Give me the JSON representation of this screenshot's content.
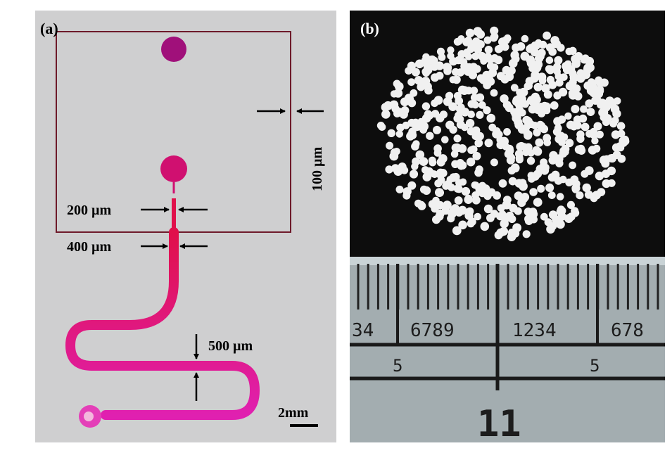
{
  "panel_a": {
    "label": "(a)",
    "dimensions": {
      "width_200": "200 µm",
      "width_400": "400 µm",
      "width_500": "500 µm",
      "width_100": "100 µm"
    },
    "scale_bar": "2mm",
    "colors": {
      "channel": "#e0106a",
      "chamber": "#b0107a",
      "outline": "#7a1a2a",
      "background": "#cfcfd0"
    }
  },
  "panel_b": {
    "label": "(b)",
    "ruler": {
      "digits_left": "34",
      "digits_mid_left": "6789",
      "digits_mid_right": "1234",
      "digits_right": "678",
      "five_left": "5",
      "five_right": "5",
      "cm_label": "11"
    },
    "colors": {
      "background": "#0d0d0d",
      "beads": "#f2f2f2",
      "ruler": "#a3adb0"
    }
  }
}
